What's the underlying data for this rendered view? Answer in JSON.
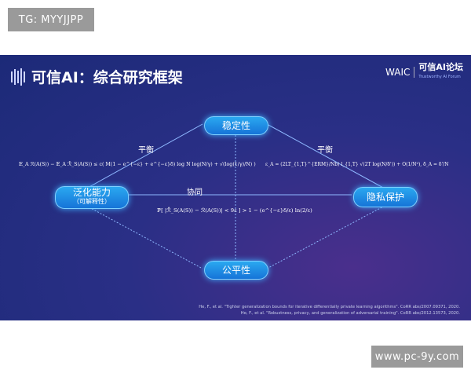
{
  "watermark_top": "TG: MYYJJPP",
  "watermark_bottom": "www.pc-9y.com",
  "slide": {
    "title": "可信AI：综合研究框架",
    "logo": {
      "waic": "WAIC",
      "forum": "可信AI论坛",
      "forum_en": "Trustworthy AI Forum"
    },
    "nodes": {
      "stability": "稳定性",
      "generalization": "泛化能力",
      "generalization_sub": "（可解释性）",
      "privacy": "隐私保护",
      "fairness": "公平性"
    },
    "edge_labels": {
      "left": "平衡",
      "right": "平衡",
      "middle": "协同"
    },
    "formulas": {
      "left": "𝔼_A ℛ(A(S)) − 𝔼_A ℛ̂_S(A(S)) ≤ c( M(1 − e^{−ε} + e^{−ε}δ) log N log(N/γ) + √(log(1/γ)/N) )",
      "right": "ε_A = (2LT_{1,T}^{ERM}/Nb) l_{1,T} √(2T log(N/δ')) + O(1/N²),   δ_A = δ'/N",
      "middle": "ℙ[ |ℛ̂_S(A(S)) − ℛ(A(S))| < 9ε ] > 1 − (e^{−ε}δ/ε) ln(2/ε)"
    },
    "references": [
      "He, F., et al. \"Tighter generalization bounds for iterative differentially private learning algorithms\". CoRR abs/2007.09371, 2020.",
      "He, F., et al. \"Robustness, privacy, and generalization of adversarial training\". CoRR abs/2012.13573, 2020."
    ]
  }
}
